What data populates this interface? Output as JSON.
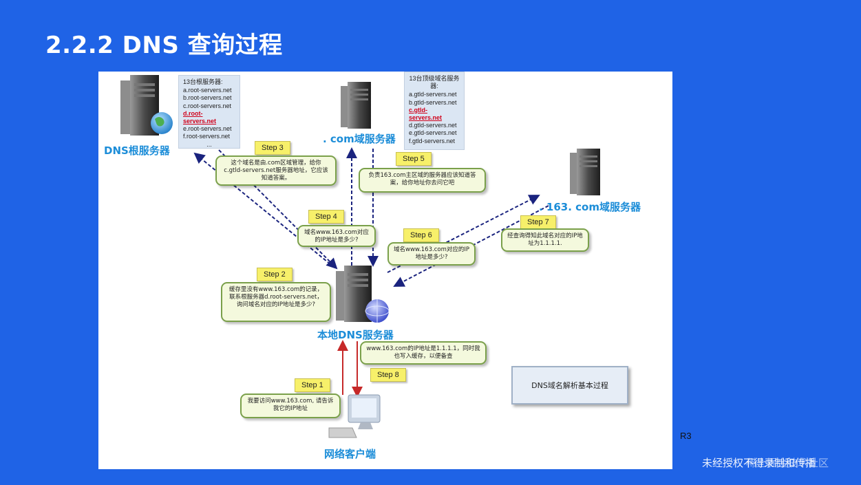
{
  "slide": {
    "title": "2.2.2 DNS 查询过程"
  },
  "root_list": {
    "header": "13台根服务器:",
    "items": [
      "a.root-servers.net",
      "b.root-servers.net",
      "c.root-servers.net",
      "d.root-servers.net",
      "e.root-servers.net",
      "f.root-servers.net",
      "..."
    ],
    "highlight": "d.root-servers.net"
  },
  "tld_list": {
    "header": "13台顶级域名服务器:",
    "items": [
      "a.gtld-servers.net",
      "b.gtld-servers.net",
      "c.gtld-servers.net",
      "d.gtld-servers.net",
      "e.gtld-servers.net",
      "f.gtld-servers.net"
    ],
    "highlight": "c.gtld-servers.net"
  },
  "labels": {
    "root": "DNS根服务器",
    "com": ". com域服务器",
    "n163": ". 163. com域服务器",
    "local": "本地DNS服务器",
    "client": "网络客户端"
  },
  "steps": {
    "s1": "Step 1",
    "s2": "Step 2",
    "s3": "Step 3",
    "s4": "Step 4",
    "s5": "Step 5",
    "s6": "Step 6",
    "s7": "Step 7",
    "s8": "Step 8"
  },
  "bubbles": {
    "b1": "我要访问www.163.com, 请告诉我它的IP地址",
    "b2": "缓存里没有www.163.com的记录，联系根服务器d.root-servers.net，询问域名对应的IP地址是多少?",
    "b3": "这个域名是由.com区域管理，给你c.gtld-servers.net服务器地址，它应该知道答案。",
    "b4": "域名www.163.com对应的IP地址是多少?",
    "b5": "负责163.com主区域的服务器应该知道答案，给你地址你去问它吧",
    "b6": "域名www.163.com对应的IP地址是多少?",
    "b7": "经查询得知此域名对应的IP地址为1.1.1.1.",
    "b8": "www.163.com的IP地址是1.1.1.1，同时我也写入缓存，以便备查"
  },
  "caption": "DNS域名解析基本过程",
  "corner_mark": "R3",
  "watermark": "未经授权不得录制和传播",
  "watermark_faint": "稀土掘金技术社区",
  "colors": {
    "background": "#1f63e6",
    "arrow_blue": "#1a237e",
    "arrow_red": "#c62828",
    "label_blue": "#1c8dd8",
    "bubble_fill": "#f4f9dd",
    "step_fill": "#f7f06a"
  }
}
